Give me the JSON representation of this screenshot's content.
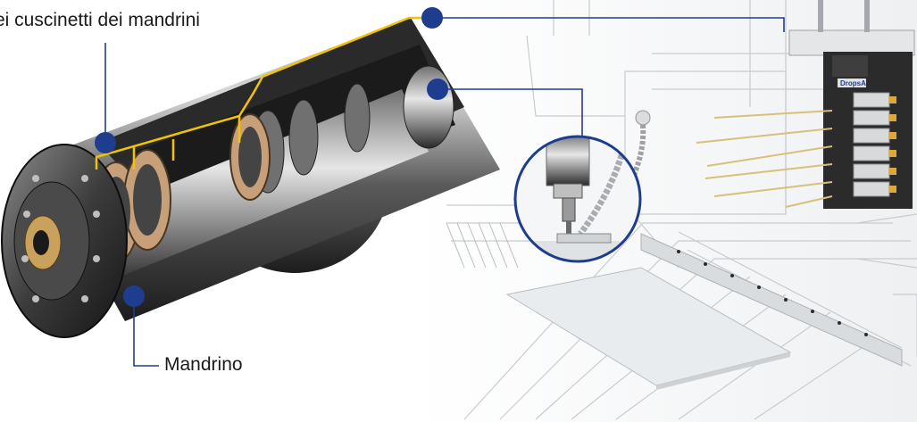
{
  "labels": {
    "bearings": "ei cuscinetti dei mandrini",
    "spindle": "Mandrino"
  },
  "machine_badge": "DropsA",
  "colors": {
    "callout_dot": "#1f3d8f",
    "callout_line": "#1f3d8f",
    "lube_path": "#f2c400",
    "background": "#ffffff"
  },
  "icons": [
    "callout-dot-icon",
    "lubrication-unit-icon",
    "spindle-cutaway-icon"
  ]
}
